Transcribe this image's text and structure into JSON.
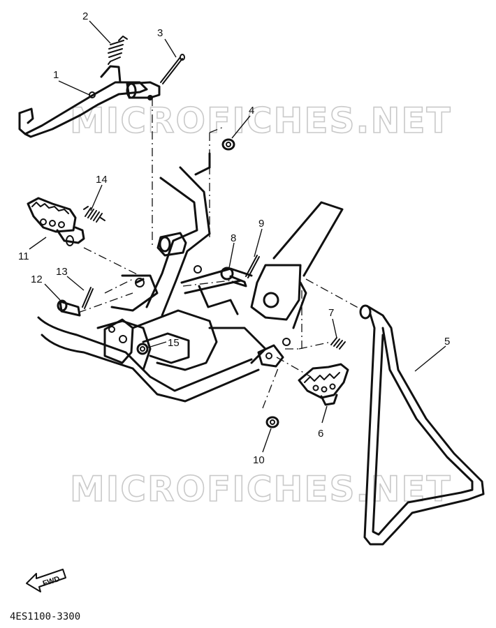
{
  "watermark": {
    "text": "MICROFICHES.NET"
  },
  "diagram_code": "4ES1100-3300",
  "fwd_label": "FWD",
  "callouts": [
    "1",
    "2",
    "3",
    "4",
    "5",
    "6",
    "7",
    "8",
    "9",
    "10",
    "11",
    "12",
    "13",
    "14",
    "15"
  ],
  "colors": {
    "ink": "#111111",
    "background": "#ffffff",
    "watermark": "#c9c9c9"
  },
  "icons": {
    "direction": "fwd-arrow-icon"
  }
}
